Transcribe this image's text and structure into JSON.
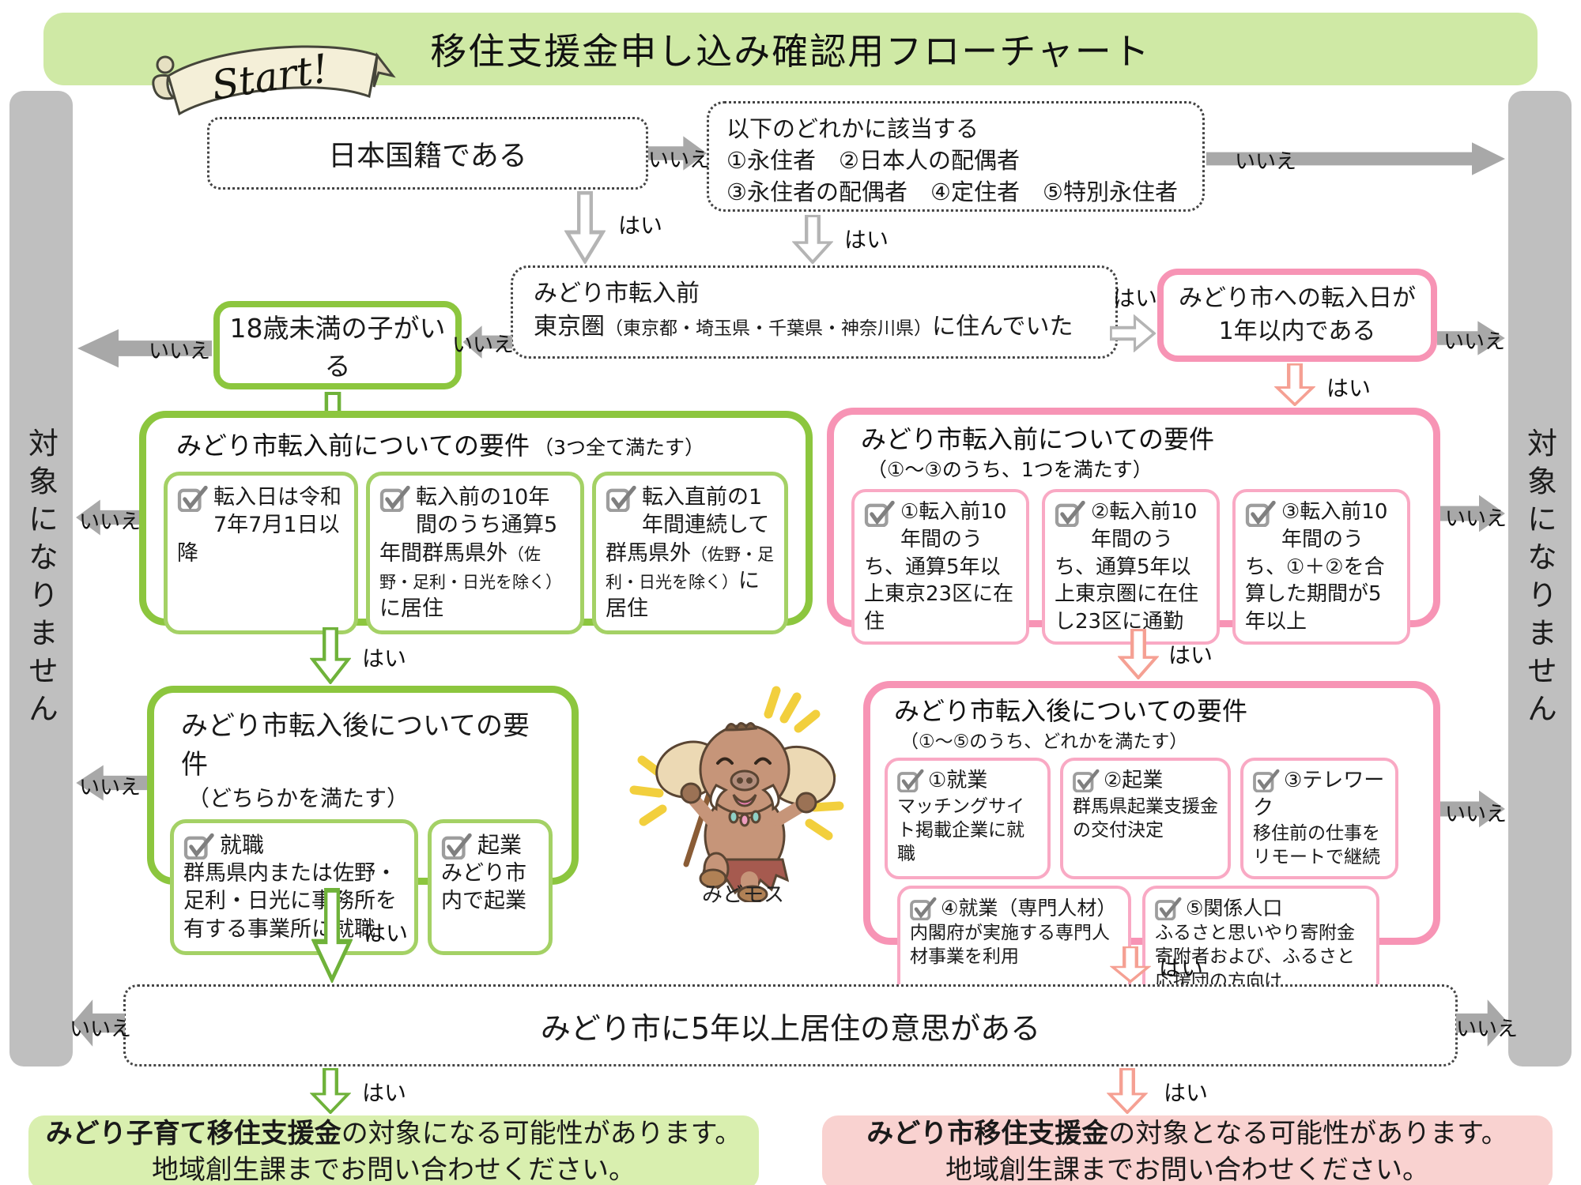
{
  "title": "移住支援金申し込み確認用フローチャート",
  "start_ribbon": "Start!",
  "labels": {
    "yes": "はい",
    "no": "いいえ"
  },
  "side_bars": {
    "left": "対象になりません",
    "right": "対象になりません"
  },
  "nodes": {
    "nationality": "日本国籍である",
    "status": {
      "line1": "以下のどれかに該当する",
      "line2": "①永住者　②日本人の配偶者",
      "line3": "③永住者の配偶者　④定住者　⑤特別永住者"
    },
    "child": "18歳未満の子がいる",
    "pre_move_tokyo": {
      "line1": "みどり市転入前",
      "line2_head": "東京圏",
      "line2_small": "（東京都・埼玉県・千葉県・神奈川県）",
      "line2_tail": "に住んでいた"
    },
    "within_year": {
      "line1": "みどり市への転入日が",
      "line2": "1年以内である"
    },
    "stay_intent": "みどり市に5年以上居住の意思がある"
  },
  "green_pre": {
    "title": "みどり市転入前についての要件",
    "subtitle": "（3つ全て満たす）",
    "items": [
      {
        "text": "転入日は令和7年7月1日以降",
        "small": "",
        "tail": ""
      },
      {
        "text": "転入前の10年間のうち通算5年間群馬県外",
        "small": "（佐野・足利・日光を除く）",
        "tail": "に居住"
      },
      {
        "text": "転入直前の1年間連続して群馬県外",
        "small": "（佐野・足利・日光を除く）",
        "tail": "に居住"
      }
    ]
  },
  "pink_pre": {
    "title": "みどり市転入前についての要件",
    "subtitle": "（①～③のうち、1つを満たす）",
    "items": [
      "①転入前10年間のうち、通算5年以上東京23区に在住",
      "②転入前10年間のうち、通算5年以上東京圏に在住し23区に通勤",
      "③転入前10年間のうち、①＋②を合算した期間が5年以上"
    ]
  },
  "green_post": {
    "title": "みどり市転入後についての要件",
    "subtitle": "（どちらかを満たす）",
    "items": [
      {
        "head": "就職",
        "body": "群馬県内または佐野・足利・日光に事務所を有する事業所に就職"
      },
      {
        "head": "起業",
        "body": "みどり市内で起業"
      }
    ]
  },
  "pink_post": {
    "title": "みどり市転入後についての要件",
    "subtitle": "（①～⑤のうち、どれかを満たす）",
    "items": [
      {
        "head": "①就業",
        "body": "マッチングサイト掲載企業に就職"
      },
      {
        "head": "②起業",
        "body": "群馬県起業支援金の交付決定"
      },
      {
        "head": "③テレワーク",
        "body": "移住前の仕事をリモートで継続"
      },
      {
        "head": "④就業（専門人材）",
        "body": "内閣府が実施する専門人材事業を利用"
      },
      {
        "head": "⑤関係人口",
        "body": "ふるさと思いやり寄附金寄附者および、ふるさと応援団の方向け"
      }
    ]
  },
  "results": {
    "green": {
      "bold": "みどり子育て移住支援金",
      "rest": "の対象になる可能性があります。",
      "line2": "地域創生課までお問い合わせください。"
    },
    "pink": {
      "bold": "みどり市移住支援金",
      "rest": "の対象となる可能性があります。",
      "line2": "地域創生課までお問い合わせください。"
    }
  },
  "mascot": {
    "name": "みどモス"
  },
  "colors": {
    "green_accent": "#8cc63e",
    "pink_accent": "#f794b5",
    "salmon_arrow": "#f5a093",
    "gray_bar": "#bfbfbf",
    "gray_arrow": "#a8a8a8",
    "header_bg": "#cfe9a5",
    "result_green_bg": "#d9efaf",
    "result_pink_bg": "#f9d2d0"
  }
}
